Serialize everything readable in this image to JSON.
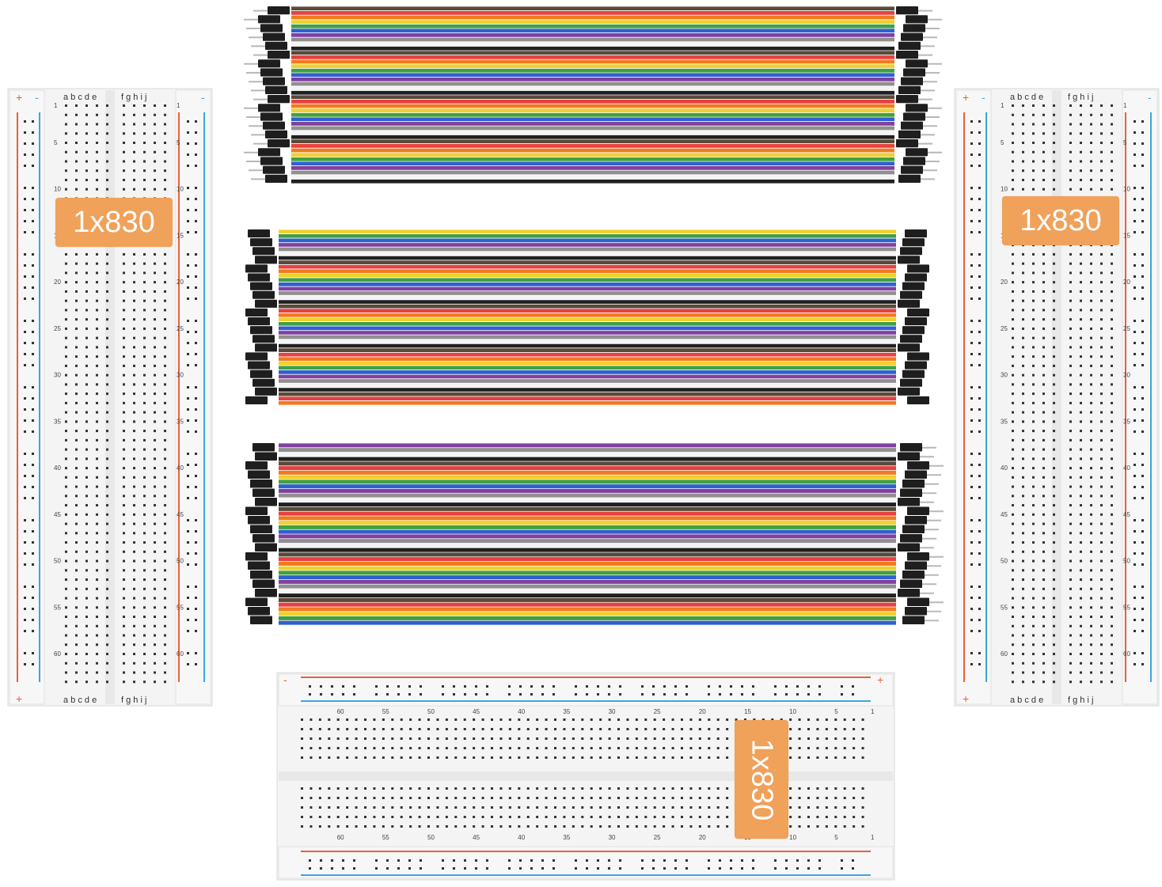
{
  "breadboards": {
    "left": {
      "label": "1x830"
    },
    "right": {
      "label": "1x830"
    },
    "bottom": {
      "label": "1x830"
    }
  },
  "breadboard_text": {
    "cols_left": "a b c d e",
    "cols_right": "f g h i j",
    "row_numbers": [
      "1",
      "5",
      "10",
      "15",
      "20",
      "25",
      "30",
      "35",
      "40",
      "45",
      "50",
      "55",
      "60"
    ],
    "plus": "+",
    "minus": "-"
  },
  "wire_colors": [
    "#5a4a3a",
    "#e84040",
    "#f07a20",
    "#f0d030",
    "#40a040",
    "#3060d0",
    "#8040a0",
    "#909090",
    "#f4f4f4",
    "#202020"
  ],
  "colors": {
    "board": "#f4f4f4",
    "rail_red": "#e8603a",
    "rail_blue": "#3aa8d8",
    "label_bg": "#f0a15a",
    "connector": "#1e1e1e"
  }
}
